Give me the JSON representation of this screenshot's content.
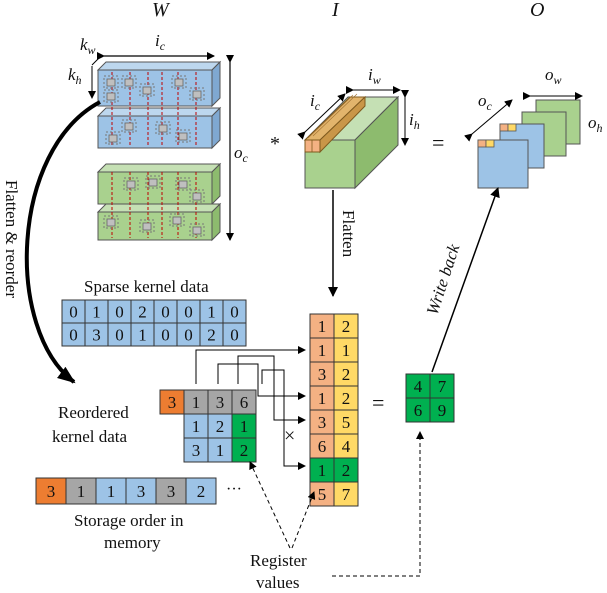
{
  "labels": {
    "W": "W",
    "I": "I",
    "O": "O",
    "ic_w": "i",
    "ic_w_sub": "c",
    "kw": "k",
    "kw_sub": "w",
    "kh": "k",
    "kh_sub": "h",
    "oc_w": "o",
    "oc_w_sub": "c",
    "iw": "i",
    "iw_sub": "w",
    "ic_i": "i",
    "ic_i_sub": "c",
    "ih": "i",
    "ih_sub": "h",
    "ow": "o",
    "ow_sub": "w",
    "oc_o": "o",
    "oc_o_sub": "c",
    "oh": "o",
    "oh_sub": "h",
    "star": "*",
    "equals_top": "=",
    "equals_bottom": "=",
    "times": "×",
    "ellipsis": "···",
    "flatten_reorder": "Flatten & reorder",
    "flatten": "Flatten",
    "write_back": "Write back",
    "sparse_kernel": "Sparse kernel data",
    "reordered_line1": "Reordered",
    "reordered_line2": "kernel data",
    "storage_line1": "Storage order in",
    "storage_line2": "memory",
    "register_line1": "Register",
    "register_line2": "values"
  },
  "colors": {
    "blue": "#9dc3e6",
    "green": "#a9d18e",
    "orange_input": "#f4b183",
    "yellow": "#ffd966",
    "dark_orange": "#ed7d31",
    "gray": "#a6a6a6",
    "dark_green": "#00b050",
    "wood": "#e2b46c",
    "red_dash": "#c00000"
  },
  "sparse_kernel": {
    "row1": [
      "0",
      "1",
      "0",
      "2",
      "0",
      "0",
      "1",
      "0"
    ],
    "row2": [
      "0",
      "3",
      "0",
      "1",
      "0",
      "0",
      "2",
      "0"
    ]
  },
  "reordered": {
    "row1": [
      "3",
      "1",
      "3",
      "6"
    ],
    "row2": [
      "1",
      "2",
      "1"
    ],
    "row3": [
      "3",
      "1",
      "2"
    ]
  },
  "storage": [
    "3",
    "1",
    "1",
    "3",
    "3",
    "2"
  ],
  "input_column": [
    [
      "1",
      "2"
    ],
    [
      "1",
      "1"
    ],
    [
      "3",
      "2"
    ],
    [
      "1",
      "2"
    ],
    [
      "3",
      "5"
    ],
    [
      "6",
      "4"
    ],
    [
      "1",
      "2"
    ],
    [
      "5",
      "7"
    ]
  ],
  "output": [
    [
      "4",
      "7"
    ],
    [
      "6",
      "9"
    ]
  ]
}
